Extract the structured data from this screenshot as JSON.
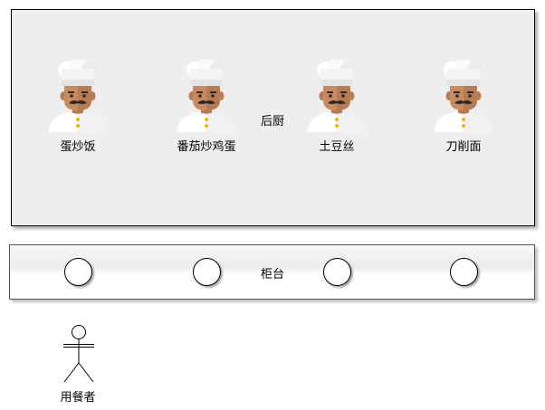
{
  "kitchen": {
    "label": "后厨"
  },
  "counter": {
    "label": "柜台"
  },
  "chefs": [
    {
      "label": "蛋炒饭",
      "icon": "chef-icon"
    },
    {
      "label": "番茄炒鸡蛋",
      "icon": "chef-icon"
    },
    {
      "label": "土豆丝",
      "icon": "chef-icon"
    },
    {
      "label": "刀削面",
      "icon": "chef-icon"
    }
  ],
  "diner": {
    "label": "用餐者",
    "icon": "actor-stick-figure-icon"
  },
  "colors": {
    "kitchen_fill": "#eeeeee",
    "skin": "#c98a5e",
    "hat": "#f4f4f4",
    "button": "#f5b400",
    "mustache": "#2b2b2b"
  }
}
